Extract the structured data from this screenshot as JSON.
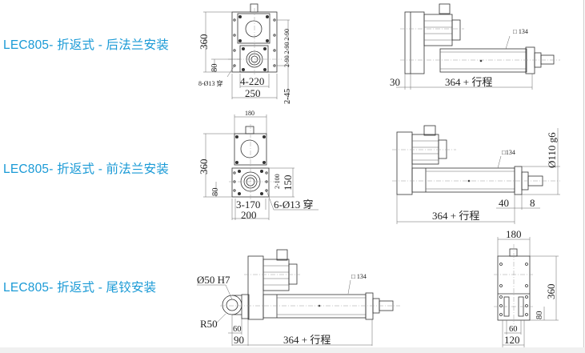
{
  "sections": [
    {
      "title": "LEC805- 折返式 - 后法兰安装",
      "front": {
        "height": "360",
        "offset": "80",
        "holes": "8-Ø13 穿",
        "pitch": "4-220",
        "width": "250",
        "side_pitch": "2-90 2-90 2-90",
        "side_offset": "2-45"
      },
      "side": {
        "offset": "30",
        "length": "364 + 行程",
        "tube": "□ 134"
      }
    },
    {
      "title": "LEC805- 折返式 - 前法兰安装",
      "front": {
        "top_width": "180",
        "height": "360",
        "offset": "80",
        "side_pitch": "2-100",
        "flange_height": "150",
        "pitch": "3-170",
        "holes": "6-Ø13 穿",
        "width": "200"
      },
      "side": {
        "tube": "□134",
        "diameter": "Ø110 g6",
        "flange_offset": "40",
        "flange_thickness": "8",
        "length": "364 + 行程"
      }
    },
    {
      "title": "LEC805- 折返式 - 尾铰安装",
      "side": {
        "bore": "Ø50 H7",
        "radius": "R50",
        "eye_offset": "60",
        "offset": "90",
        "length": "364 + 行程",
        "tube": "□ 134"
      },
      "end": {
        "width": "180",
        "height": "360",
        "offset": "80",
        "slot_pitch": "60",
        "base_width": "120"
      }
    }
  ],
  "colors": {
    "title": "#1a9ad6",
    "line": "#333333"
  }
}
